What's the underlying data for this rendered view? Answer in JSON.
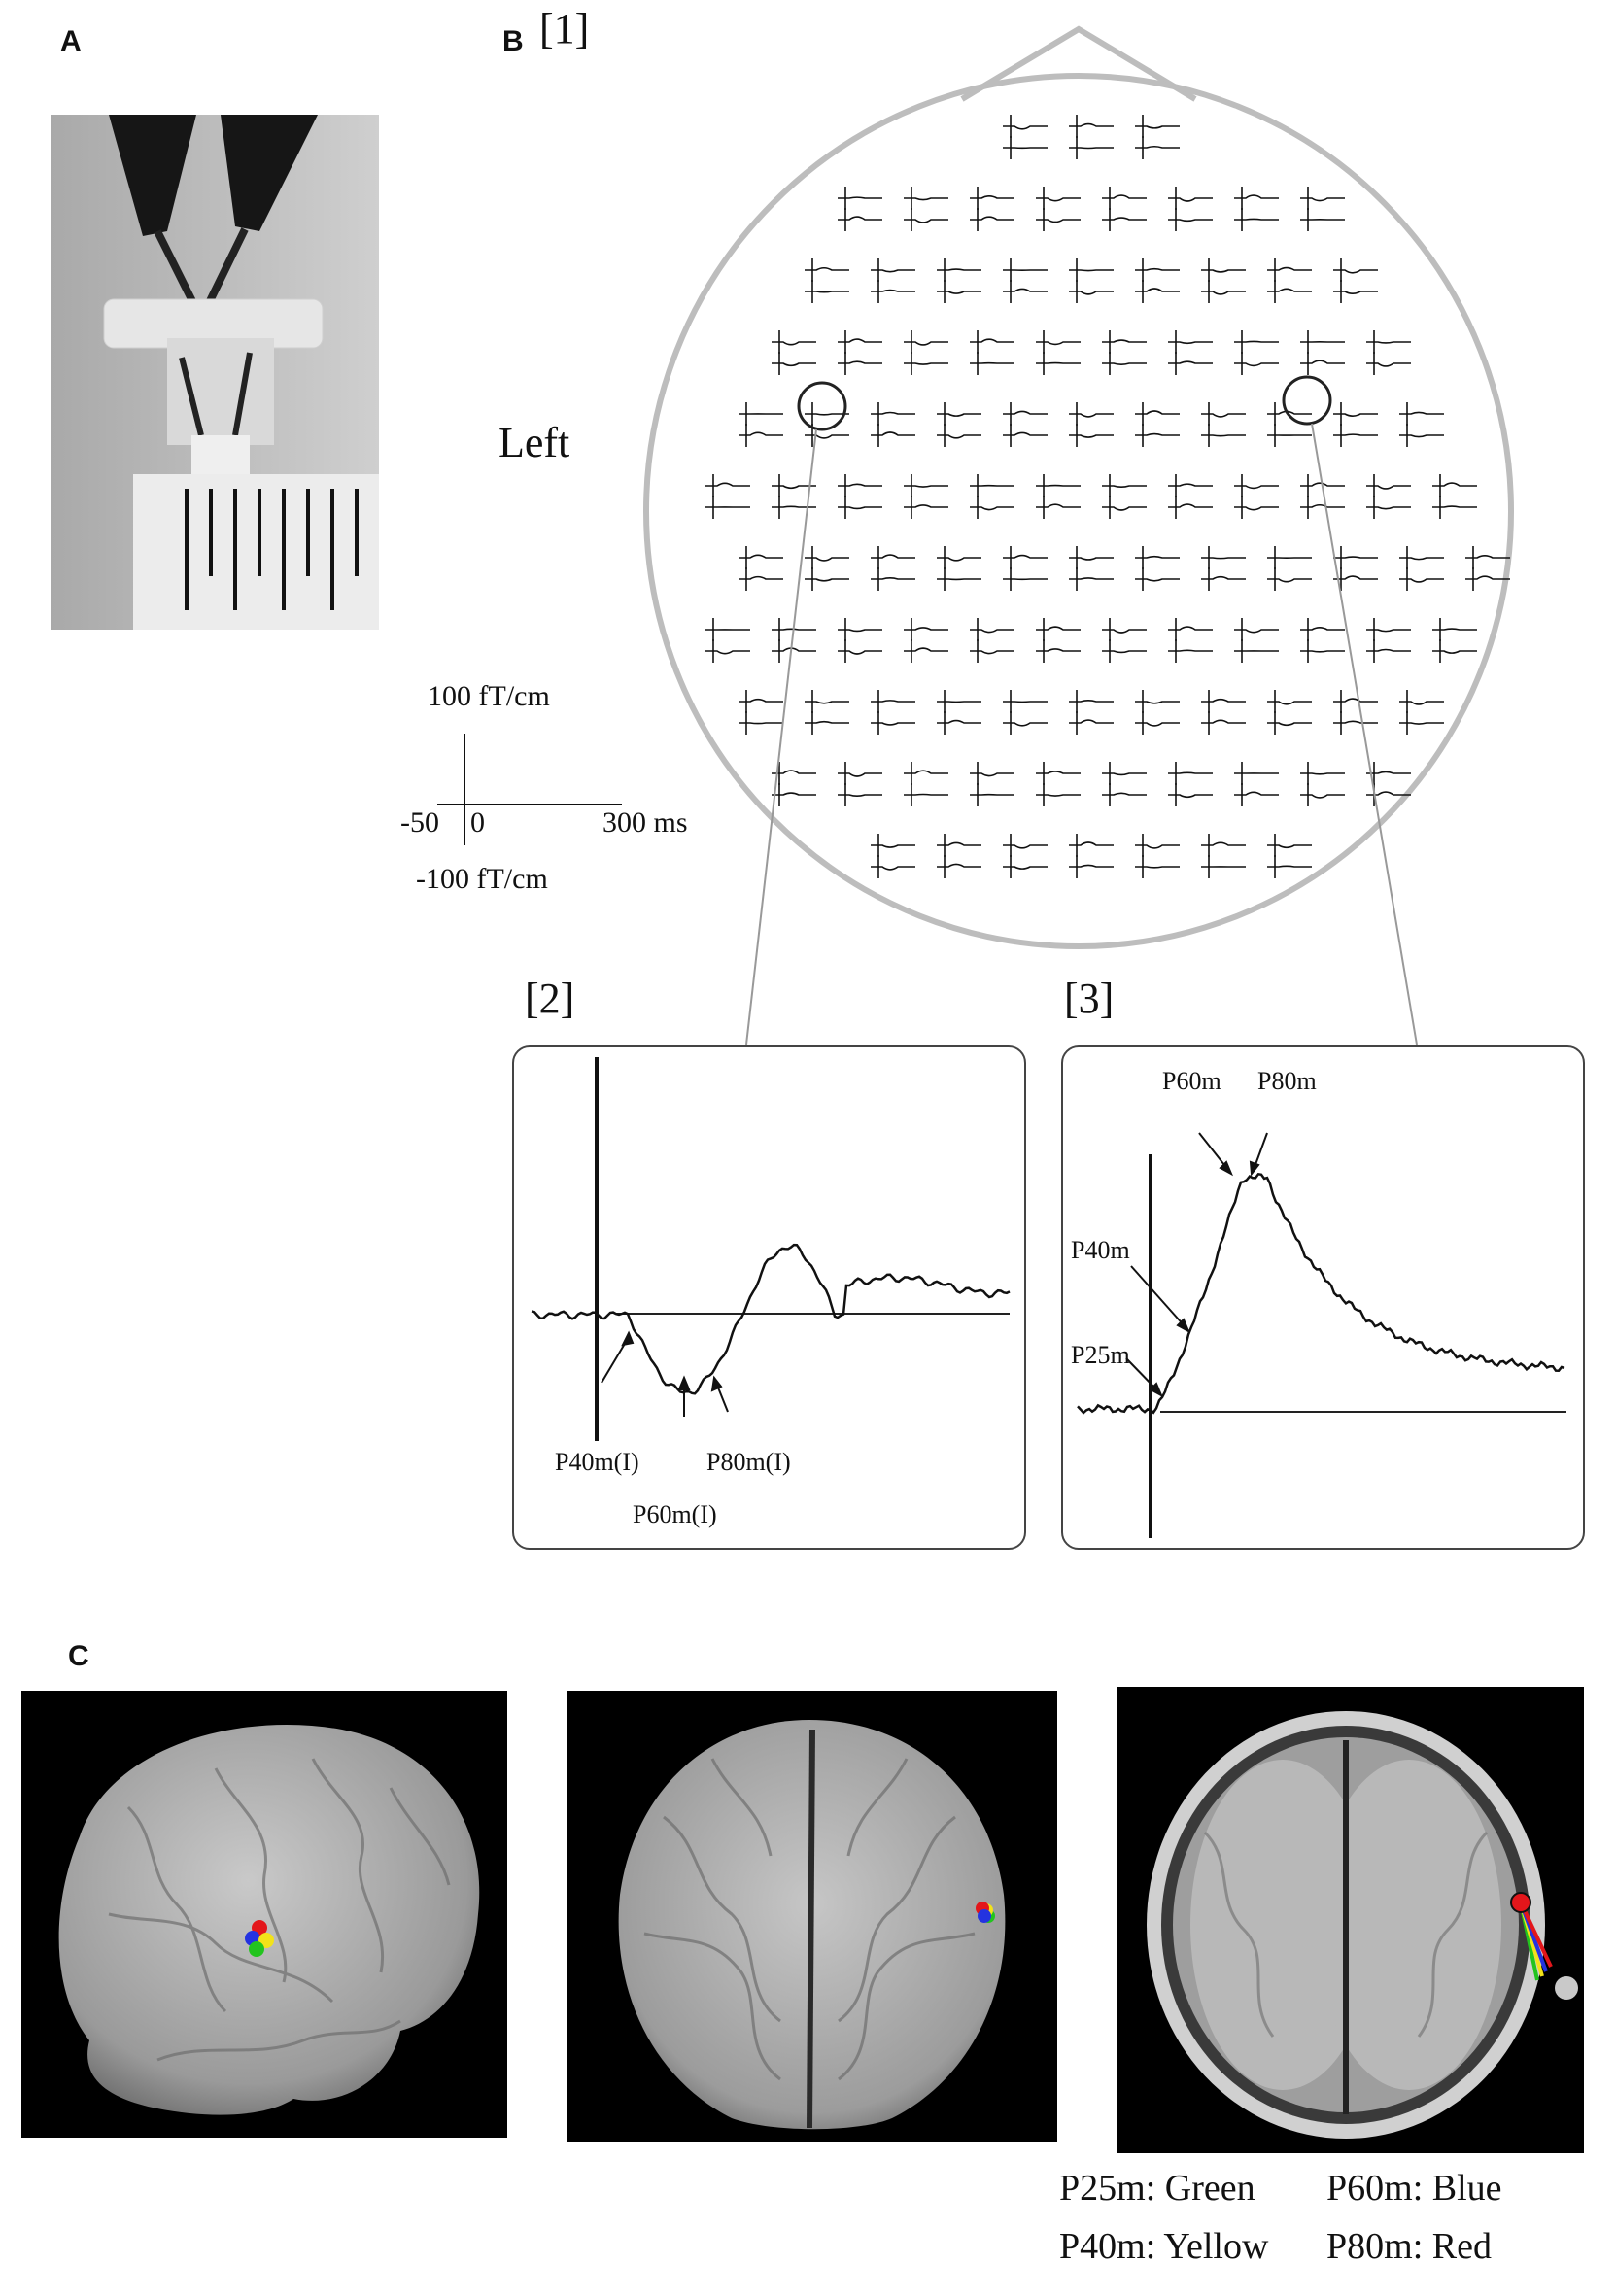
{
  "panels": {
    "a": {
      "letter": "A"
    },
    "b": {
      "letter": "B",
      "sublabel_1": "[1]",
      "sublabel_2": "[2]",
      "sublabel_3": "[3]",
      "left_label": "Left"
    },
    "c": {
      "letter": "C"
    }
  },
  "scale": {
    "y_top": "100 fT/cm",
    "y_bottom": "-100 fT/cm",
    "x_left": "-50",
    "x_zero": "0",
    "x_right": "300 ms"
  },
  "inset2": {
    "labels": [
      "P40m(I)",
      "P60m(I)",
      "P80m(I)"
    ]
  },
  "inset3": {
    "labels": [
      "P25m",
      "P40m",
      "P60m",
      "P80m"
    ]
  },
  "legend": {
    "line1_left": "P25m: Green",
    "line1_right": "P60m: Blue",
    "line2_left": "P40m: Yellow",
    "line2_right": "P80m: Red"
  },
  "colors": {
    "p25m": "#22c41e",
    "p40m": "#f2e21a",
    "p60m": "#2433e0",
    "p80m": "#e3161b",
    "helmet": "#bdbdbd"
  }
}
